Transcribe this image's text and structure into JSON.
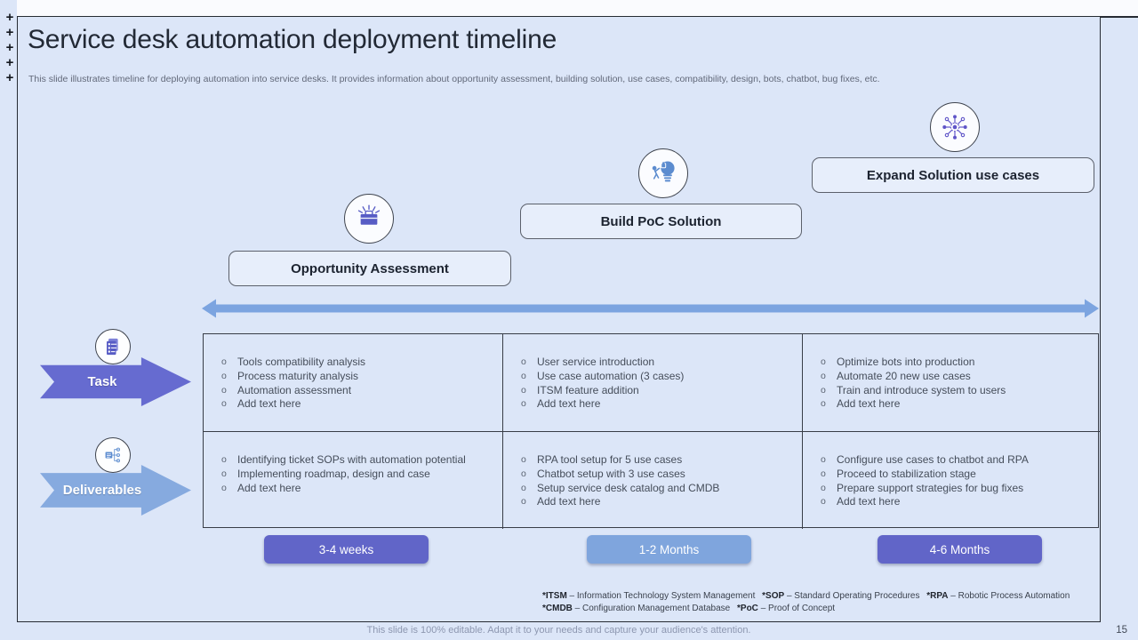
{
  "slide": {
    "title": "Service desk automation deployment timeline",
    "subtitle": "This slide illustrates timeline for deploying automation into service desks. It provides information about opportunity assessment, building solution, use cases, compatibility, design, bots, chatbot, bug fixes, etc.",
    "footer_note": "This slide is 100% editable. Adapt it to your needs and capture your audience's attention.",
    "page_number": "15",
    "plus_marks": [
      "+",
      "+",
      "+",
      "+",
      "+"
    ]
  },
  "milestones": [
    {
      "label": "Opportunity Assessment",
      "icon": "briefcase-rays-icon",
      "duration": "3-4 weeks"
    },
    {
      "label": "Build PoC Solution",
      "icon": "head-puzzle-icon",
      "duration": "1-2 Months"
    },
    {
      "label": "Expand Solution use cases",
      "icon": "network-hub-icon",
      "duration": "4-6 Months"
    }
  ],
  "rows": [
    {
      "label": "Task",
      "icon": "clipboard-checklist-icon",
      "cells": [
        [
          "Tools compatibility analysis",
          "Process maturity analysis",
          "Automation assessment",
          "Add text here"
        ],
        [
          "User service introduction",
          "Use case automation (3 cases)",
          "ITSM feature addition",
          "Add text here"
        ],
        [
          "Optimize bots into production",
          "Automate 20 new use cases",
          "Train and introduce system to users",
          "Add text here"
        ]
      ]
    },
    {
      "label": "Deliverables",
      "icon": "flowchart-icon",
      "cells": [
        [
          "Identifying ticket SOPs with automation potential",
          "Implementing roadmap, design and case",
          "Add text here"
        ],
        [
          "RPA tool setup for 5 use cases",
          "Chatbot setup with 3 use cases",
          "Setup service desk catalog and CMDB",
          "Add text here"
        ],
        [
          "Configure use cases to chatbot and RPA",
          "Proceed to stabilization stage",
          "Prepare support strategies for bug fixes",
          "Add text here"
        ]
      ]
    }
  ],
  "footnotes": [
    [
      {
        "term": "*ITSM",
        "def": "Information Technology System Management"
      },
      {
        "term": "*SOP",
        "def": "Standard Operating Procedures"
      },
      {
        "term": "*RPA",
        "def": "Robotic Process Automation"
      }
    ],
    [
      {
        "term": "*CMDB",
        "def": "Configuration Management Database"
      },
      {
        "term": "*PoC",
        "def": "Proof of Concept"
      }
    ]
  ],
  "colors": {
    "background": "#dce6f8",
    "accent_purple": "#6165c8",
    "accent_blue": "#7fa5dd",
    "timeline_blue": "#7ca4e0",
    "icon_purple": "#575cc5",
    "icon_blue": "#5c8ccf",
    "frame_border": "#262b33"
  }
}
